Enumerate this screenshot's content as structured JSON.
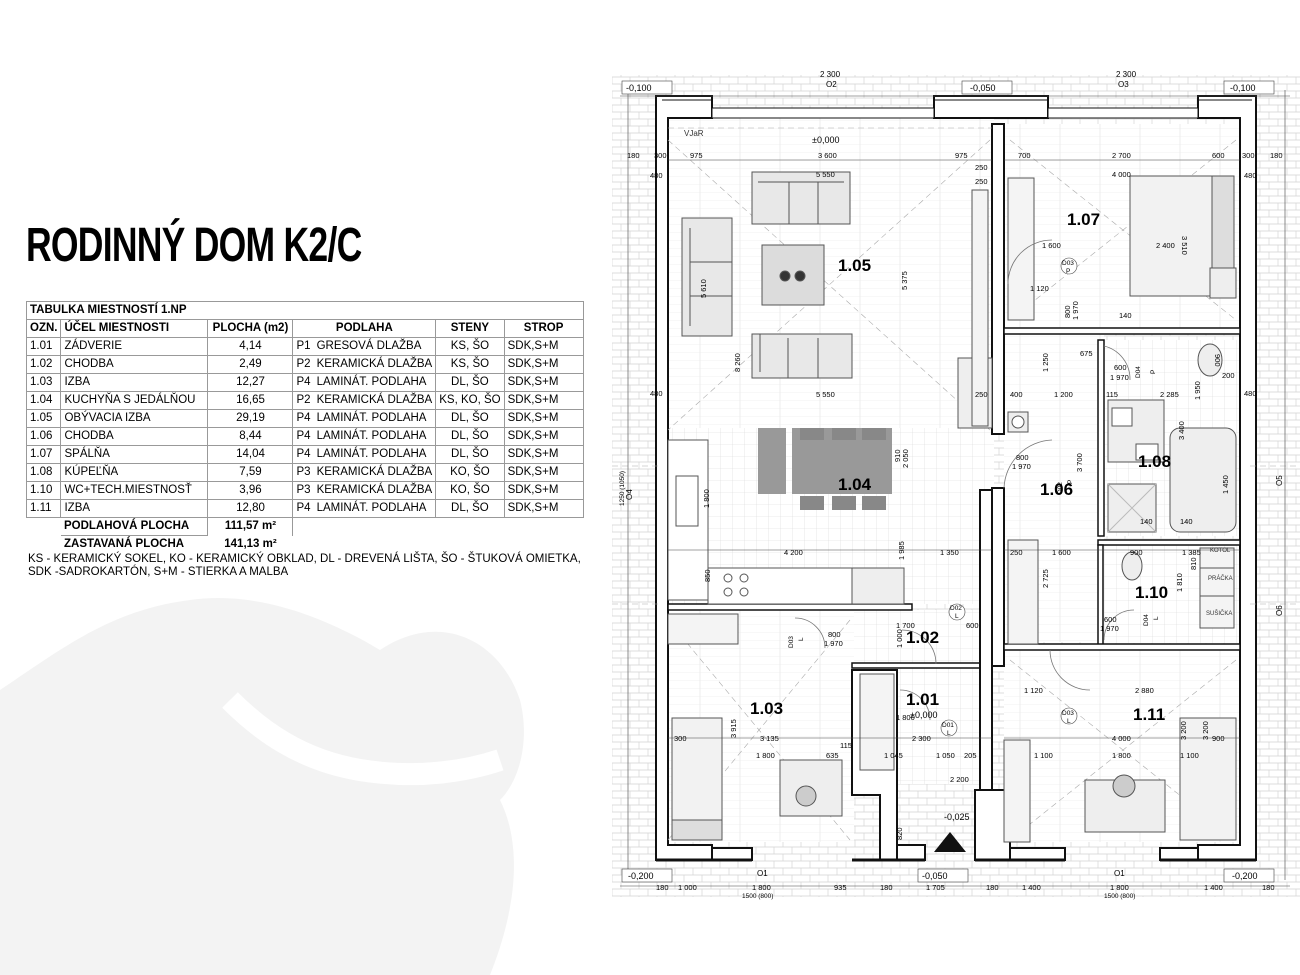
{
  "title": "RODINNÝ DOM K2/C",
  "table": {
    "caption": "TABULKA MIESTNOSTÍ 1.NP",
    "headers": [
      "OZN.",
      "ÚČEL MIESTNOSTI",
      "PLOCHA (m2)",
      "PODLAHA",
      "STENY",
      "STROP"
    ],
    "rows": [
      {
        "ozn": "1.01",
        "ucel": "ZÁDVERIE",
        "plocha": "4,14",
        "kod": "P1",
        "podlaha": "GRESOVÁ DLAŽBA",
        "steny": "KS, ŠO",
        "strop": "SDK,S+M"
      },
      {
        "ozn": "1.02",
        "ucel": "CHODBA",
        "plocha": "2,49",
        "kod": "P2",
        "podlaha": "KERAMICKÁ DLAŽBA",
        "steny": "KS, ŠO",
        "strop": "SDK,S+M"
      },
      {
        "ozn": "1.03",
        "ucel": "IZBA",
        "plocha": "12,27",
        "kod": "P4",
        "podlaha": "LAMINÁT. PODLAHA",
        "steny": "DL, ŠO",
        "strop": "SDK,S+M"
      },
      {
        "ozn": "1.04",
        "ucel": "KUCHYŇA S JEDÁLŇOU",
        "plocha": "16,65",
        "kod": "P2",
        "podlaha": "KERAMICKÁ DLAŽBA",
        "steny": "KS, KO, ŠO",
        "strop": "SDK,S+M"
      },
      {
        "ozn": "1.05",
        "ucel": "OBÝVACIA IZBA",
        "plocha": "29,19",
        "kod": "P4",
        "podlaha": "LAMINÁT. PODLAHA",
        "steny": "DL, ŠO",
        "strop": "SDK,S+M"
      },
      {
        "ozn": "1.06",
        "ucel": "CHODBA",
        "plocha": "8,44",
        "kod": "P4",
        "podlaha": "LAMINÁT. PODLAHA",
        "steny": "DL, ŠO",
        "strop": "SDK,S+M"
      },
      {
        "ozn": "1.07",
        "ucel": "SPÁLŇA",
        "plocha": "14,04",
        "kod": "P4",
        "podlaha": "LAMINÁT. PODLAHA",
        "steny": "DL, ŠO",
        "strop": "SDK,S+M"
      },
      {
        "ozn": "1.08",
        "ucel": "KÚPEĽŇA",
        "plocha": "7,59",
        "kod": "P3",
        "podlaha": "KERAMICKÁ DLAŽBA",
        "steny": "KO, ŠO",
        "strop": "SDK,S+M"
      },
      {
        "ozn": "1.10",
        "ucel": "WC+TECH.MIESTNOSŤ",
        "plocha": "3,96",
        "kod": "P3",
        "podlaha": "KERAMICKÁ DLAŽBA",
        "steny": "KO, ŠO",
        "strop": "SDK,S+M"
      },
      {
        "ozn": "1.11",
        "ucel": "IZBA",
        "plocha": "12,80",
        "kod": "P4",
        "podlaha": "LAMINÁT. PODLAHA",
        "steny": "DL, ŠO",
        "strop": "SDK,S+M"
      }
    ],
    "floor_area_label": "PODLAHOVÁ PLOCHA",
    "floor_area_value": "111,57 m²",
    "built_area_label": "ZASTAVANÁ PLOCHA",
    "built_area_value": "141,13 m²"
  },
  "legend": {
    "line1": "KS - KERAMICKÝ SOKEL, KO - KERAMICKÝ OBKLAD, DL - DREVENÁ LIŠTA, ŠO - ŠTUKOVÁ OMIETKA,",
    "line2": "SDK -SADROKARTÓN, S+M - STIERKA A MALBA"
  },
  "plan": {
    "room_labels": {
      "r101": "1.01",
      "r102": "1.02",
      "r103": "1.03",
      "r104": "1.04",
      "r105": "1.05",
      "r106": "1.06",
      "r107": "1.07",
      "r108": "1.08",
      "r110": "1.10",
      "r111": "1.11"
    },
    "levels": {
      "top_left": "-0,100",
      "top_mid": "-0,050",
      "top_right": "-0,100",
      "bot_left": "-0,200",
      "bot_mid": "-0,050",
      "bot_right": "-0,200",
      "interior": "±0,000",
      "entry": "±0,000",
      "step": "-0,025"
    },
    "windows": {
      "o2": "O2",
      "o3": "O3",
      "o4": "O4",
      "o5": "O5",
      "o6": "O6",
      "o1a": "O1",
      "o1b": "O1",
      "w2300a": "2 300",
      "w2300b": "2 300",
      "w1500a": "1500 (800)",
      "w1500b": "1500 (800)",
      "w1250": "1250 (1050)"
    },
    "doors": {
      "d03a": "D03",
      "pa": "P",
      "d04": "D04",
      "pb": "P",
      "d02a": "D02",
      "pc": "P",
      "d02b": "D02",
      "la": "L",
      "d03b": "D03",
      "lb": "L",
      "d04b": "D04",
      "lc": "L",
      "d03c": "D03",
      "ld": "L",
      "d01": "D01",
      "le": "L"
    },
    "room_notes": {
      "vjar": "VJaR",
      "kotol": "KOTOL",
      "pracka": "PRÁČKA",
      "susicka": "SUŠIČKA"
    },
    "dims": {
      "d975a": "975",
      "d3600": "3 600",
      "d975b": "975",
      "d700a": "700",
      "d2700": "2 700",
      "d600a": "600",
      "d300a": "300",
      "d300b": "300",
      "d180a": "180",
      "d180b": "180",
      "d480a": "480",
      "d480b": "480",
      "d480c": "480",
      "d480d": "480",
      "d5550a": "5 550",
      "d5550b": "5 550",
      "d4000a": "4 000",
      "d1600a": "1 600",
      "d2400": "2 400",
      "d3510": "3 510",
      "d5610": "5 610",
      "d5375": "5 375",
      "d8260": "8 260",
      "d250a": "250",
      "d250b": "250",
      "d250c": "250",
      "d250d": "250",
      "d1120a": "1 120",
      "d800a": "800",
      "d1970a": "1 970",
      "d675": "675",
      "d140a": "140",
      "d140b": "140",
      "d140c": "140",
      "d600b": "600",
      "d1970b": "1 970",
      "d900a": "900",
      "d200": "200",
      "d400a": "400",
      "d1200": "1 200",
      "d1250": "1 250",
      "d115a": "115",
      "d2285": "2 285",
      "d1950": "1 950",
      "d3400": "3 400",
      "d800b": "800",
      "d1970c": "1 970",
      "d3700": "3 700",
      "d4200": "4 200",
      "d1350": "1 350",
      "d1985": "1 985",
      "d2050": "2 050",
      "d910": "910",
      "d1800a": "1 800",
      "d1450": "1 450",
      "d1600b": "1 600",
      "d900b": "900",
      "d1385": "1 385",
      "d810": "810",
      "d1810": "1 810",
      "d2725": "2 725",
      "d850": "850",
      "d1700": "1 700",
      "d600c": "600",
      "d800c": "800",
      "d1970d": "1 970",
      "d1000": "1 000",
      "d600d": "600",
      "d1970e": "1 970",
      "d2880": "2 880",
      "d1120b": "1 120",
      "d3915": "3 915",
      "d3135": "3 135",
      "d1800b": "1 800",
      "d635": "635",
      "d115b": "115",
      "d1045": "1 045",
      "d1050": "1 050",
      "d205": "205",
      "d2300c": "2 300",
      "d1100a": "1 100",
      "d4000b": "4 000",
      "d1800c": "1 800",
      "d1100b": "1 100",
      "d3200a": "3 200",
      "d3200b": "3 200",
      "d300c": "300",
      "d900c": "900",
      "d2200": "2 200",
      "d820": "820",
      "d1800d": "1 800",
      "b180a": "180",
      "b1000": "1 000",
      "b1800a": "1 800",
      "b935": "935",
      "b180b": "180",
      "b1705": "1 705",
      "b180c": "180",
      "b1400a": "1 400",
      "b1800b": "1 800",
      "b1400b": "1 400",
      "b180d": "180"
    }
  }
}
